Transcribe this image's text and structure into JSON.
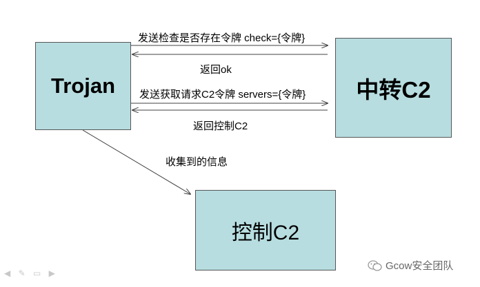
{
  "nodes": {
    "trojan": "Trojan",
    "relay": "中转C2",
    "control": "控制C2"
  },
  "edges": {
    "check_request": "发送检查是否存在令牌 check={令牌}",
    "return_ok": "返回ok",
    "fetch_request": "发送获取请求C2令牌 servers={令牌}",
    "return_control": "返回控制C2",
    "collected_info": "收集到的信息"
  },
  "watermark": "Gcow安全团队",
  "colors": {
    "box_fill": "#b7dde0",
    "box_border": "#555555",
    "arrow": "#404040"
  }
}
